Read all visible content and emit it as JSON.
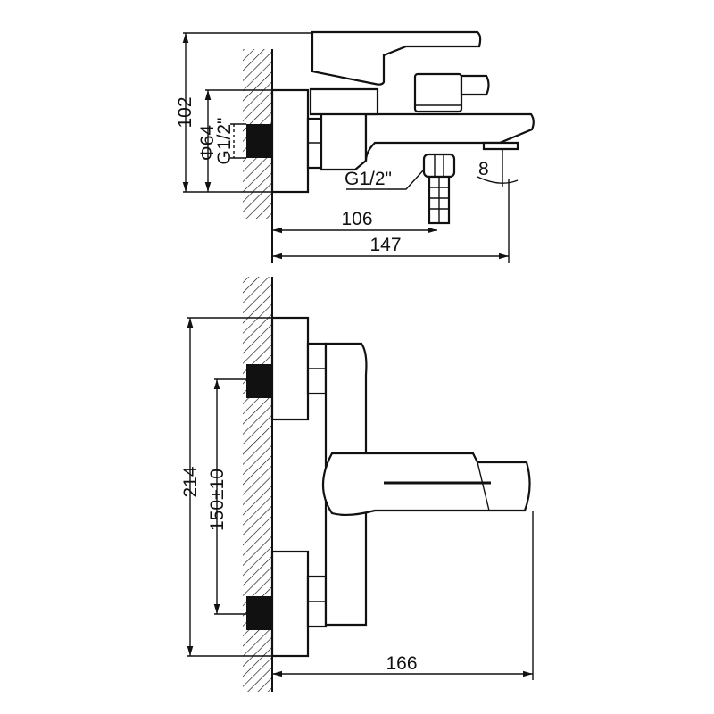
{
  "side_view": {
    "dim_height": "102",
    "dim_flange_diameter": "Φ64",
    "dim_inlet_thread": "G1/2\"",
    "dim_outlet_thread": "G1/2\"",
    "dim_spout_angle": "8",
    "dim_outlet_distance": "106",
    "dim_total_depth": "147"
  },
  "front_view": {
    "dim_total_height": "214",
    "dim_centers": "150±10",
    "dim_total_depth": "166"
  }
}
